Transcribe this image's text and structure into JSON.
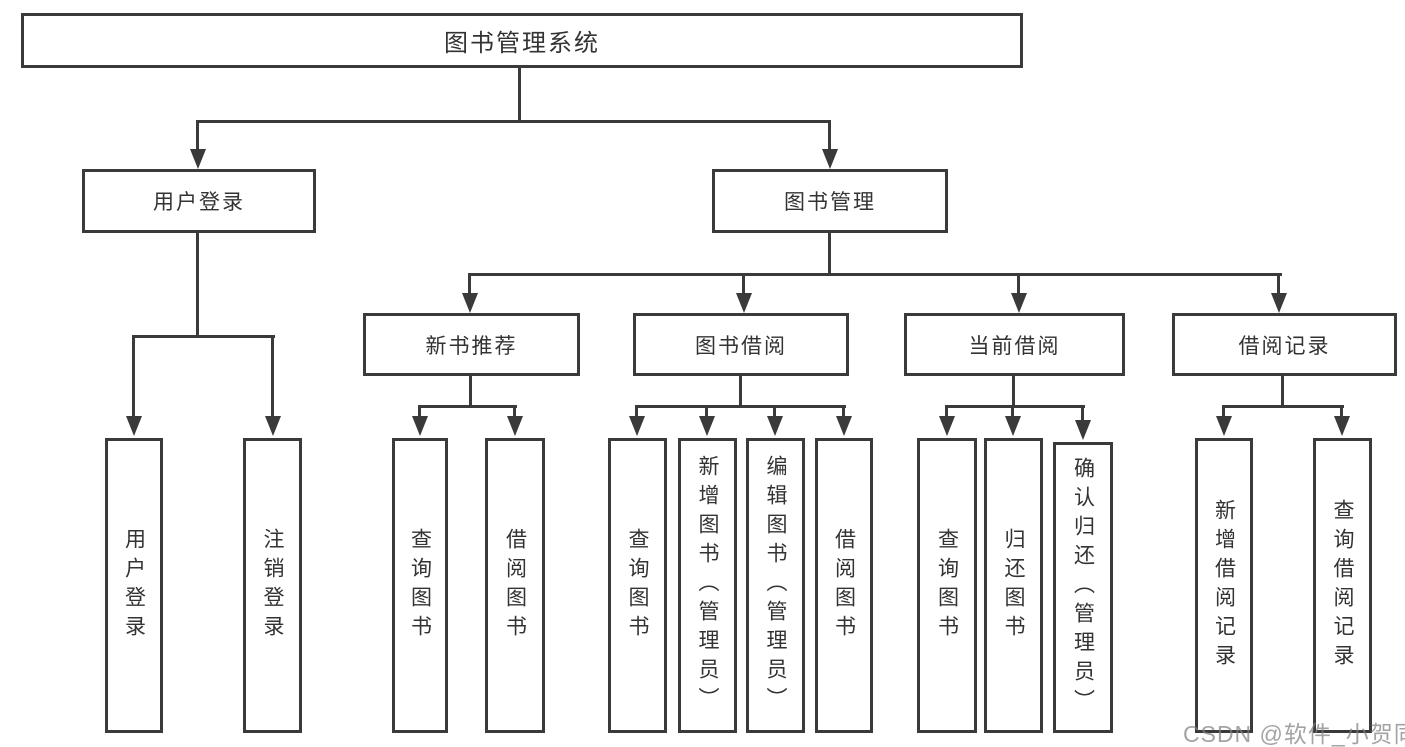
{
  "tree": {
    "root": "图书管理系统",
    "branches": [
      {
        "label": "用户登录",
        "children": [
          "用户登录",
          "注销登录"
        ]
      },
      {
        "label": "图书管理",
        "groups": [
          {
            "label": "新书推荐",
            "children": [
              "查询图书",
              "借阅图书"
            ]
          },
          {
            "label": "图书借阅",
            "children": [
              "查询图书",
              "新增图书（管理员）",
              "编辑图书（管理员）",
              "借阅图书"
            ]
          },
          {
            "label": "当前借阅",
            "children": [
              "查询图书",
              "归还图书",
              "确认归还（管理员）"
            ]
          },
          {
            "label": "借阅记录",
            "children": [
              "新增借阅记录",
              "查询借阅记录"
            ]
          }
        ]
      }
    ]
  },
  "watermark": {
    "text": "CSDN @软件_小贺同学"
  },
  "colors": {
    "line": "#3a3a3a",
    "text": "#333333",
    "background": "#ffffff",
    "watermark": "#808080"
  }
}
